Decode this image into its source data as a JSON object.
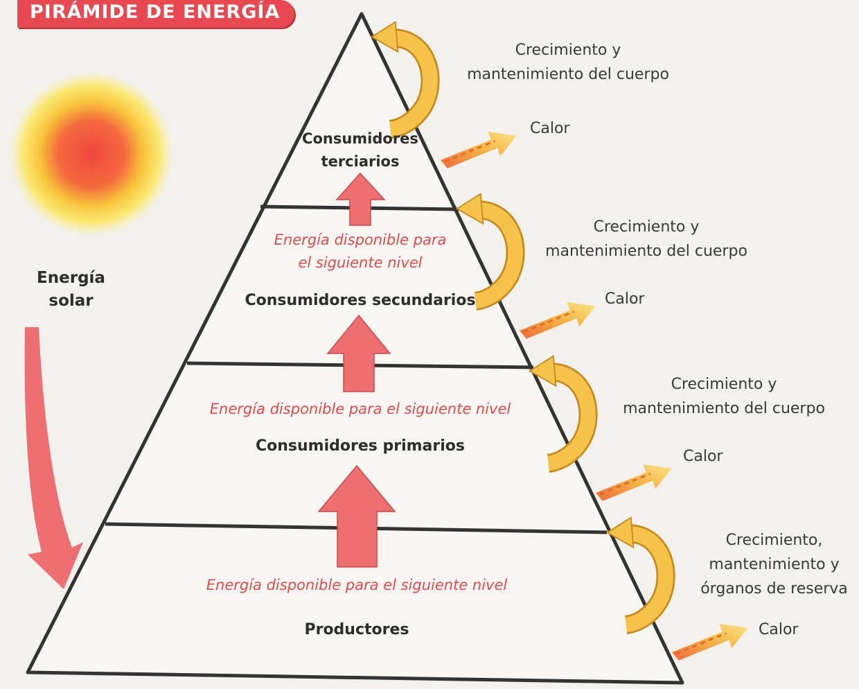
{
  "title": "PIRÁMIDE DE ENERGÍA",
  "solar": {
    "label_line1": "Energía",
    "label_line2": "solar"
  },
  "levels": {
    "terciarios": {
      "line1": "Consumidores",
      "line2": "terciarios"
    },
    "secundarios": {
      "label": "Consumidores secundarios"
    },
    "primarios": {
      "label": "Consumidores primarios"
    },
    "productores": {
      "label": "Productores"
    }
  },
  "energy_available": {
    "level3_line1": "Energía disponible para",
    "level3_line2": "el siguiente nivel",
    "level2": "Energía disponible para el siguiente nivel",
    "level1": "Energía disponible para el siguiente nivel"
  },
  "outputs": {
    "growth_1_line1": "Crecimiento y",
    "growth_1_line2": "mantenimiento del cuerpo",
    "heat_1": "Calor",
    "growth_2_line1": "Crecimiento y",
    "growth_2_line2": "mantenimiento del cuerpo",
    "heat_2": "Calor",
    "growth_3_line1": "Crecimiento y",
    "growth_3_line2": "mantenimiento del cuerpo",
    "heat_3": "Calor",
    "growth_4_line1": "Crecimiento,",
    "growth_4_line2": "mantenimiento y",
    "growth_4_line3": "órganos de reserva",
    "heat_4": "Calor"
  },
  "colors": {
    "arrow_red": "#ee6f72",
    "loop_yellow": "#f5c24a",
    "heat_orange": "#f08a3c",
    "title_red": "#e8484f"
  }
}
